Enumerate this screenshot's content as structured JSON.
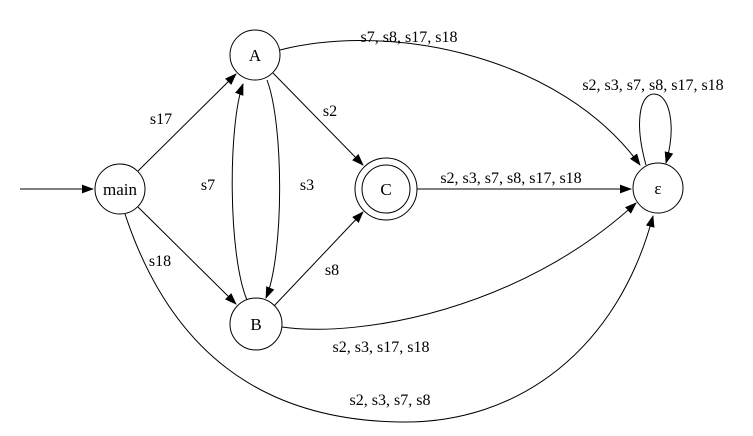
{
  "diagram": {
    "kind": "finite-state-automaton",
    "background_color": "#ffffff",
    "stroke_color": "#000000",
    "nodes": [
      {
        "id": "main",
        "label": "main",
        "shape": "circle",
        "is_start": true,
        "is_accepting": false
      },
      {
        "id": "A",
        "label": "A",
        "shape": "circle",
        "is_start": false,
        "is_accepting": false
      },
      {
        "id": "B",
        "label": "B",
        "shape": "circle",
        "is_start": false,
        "is_accepting": false
      },
      {
        "id": "C",
        "label": "C",
        "shape": "double-circle",
        "is_start": false,
        "is_accepting": true
      },
      {
        "id": "epsilon",
        "label": "ε",
        "shape": "circle",
        "is_start": false,
        "is_accepting": false
      }
    ],
    "edges": [
      {
        "from": "start",
        "to": "main",
        "label": ""
      },
      {
        "from": "main",
        "to": "A",
        "label": "s17"
      },
      {
        "from": "main",
        "to": "B",
        "label": "s18"
      },
      {
        "from": "B",
        "to": "A",
        "label": "s7"
      },
      {
        "from": "A",
        "to": "B",
        "label": "s3"
      },
      {
        "from": "A",
        "to": "C",
        "label": "s2"
      },
      {
        "from": "B",
        "to": "C",
        "label": "s8"
      },
      {
        "from": "A",
        "to": "epsilon",
        "label": "s7, s8, s17, s18"
      },
      {
        "from": "C",
        "to": "epsilon",
        "label": "s2, s3, s7, s8, s17, s18"
      },
      {
        "from": "B",
        "to": "epsilon",
        "label": "s2, s3, s17, s18"
      },
      {
        "from": "main",
        "to": "epsilon",
        "label": "s2, s3, s7, s8"
      },
      {
        "from": "epsilon",
        "to": "epsilon",
        "label": "s2, s3, s7, s8, s17, s18"
      }
    ]
  }
}
